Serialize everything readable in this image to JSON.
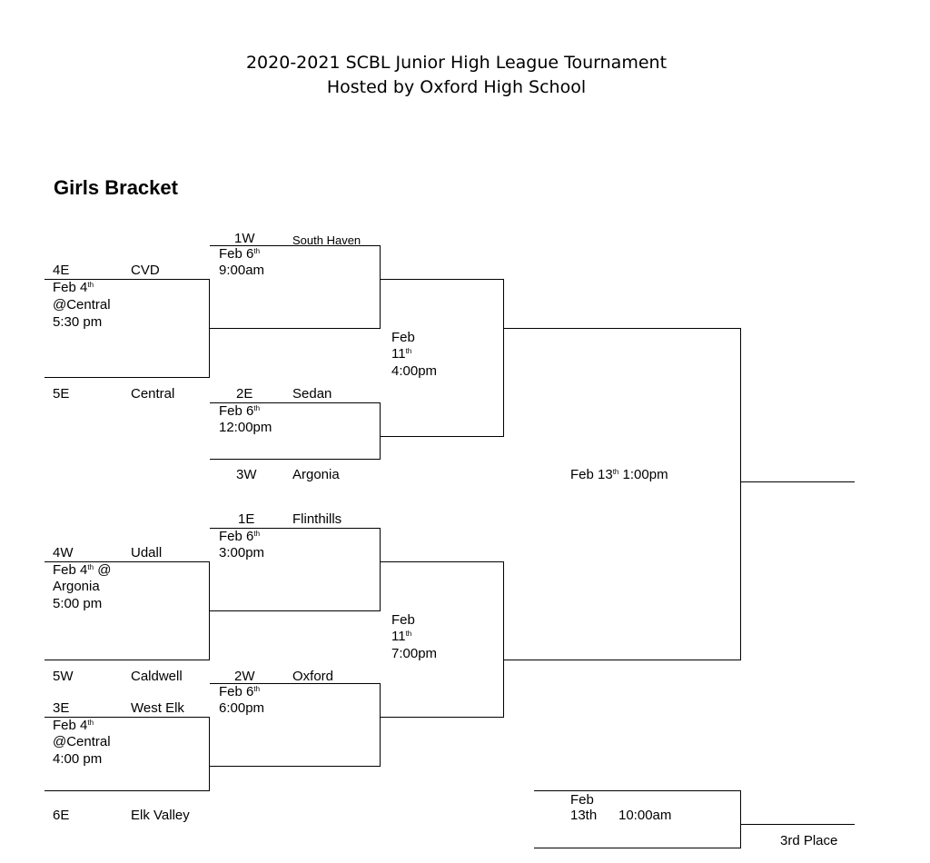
{
  "header": {
    "line1": "2020-2021 SCBL Junior High League Tournament",
    "line2": "Hosted by Oxford High School"
  },
  "bracket_title": "Girls Bracket",
  "seeds": {
    "s1w": "1W",
    "s4e": "4E",
    "s5e": "5E",
    "s2e": "2E",
    "s3w": "3W",
    "s1e": "1E",
    "s4w": "4W",
    "s5w": "5W",
    "s2w": "2W",
    "s3e": "3E",
    "s6e": "6E"
  },
  "teams": {
    "south_haven": "South Haven",
    "cvd": "CVD",
    "central": "Central",
    "sedan": "Sedan",
    "argonia": "Argonia",
    "flinthills": "Flinthills",
    "udall": "Udall",
    "caldwell": "Caldwell",
    "oxford": "Oxford",
    "west_elk": "West Elk",
    "elk_valley": "Elk Valley"
  },
  "games": {
    "g1": {
      "date": "Feb 4",
      "sup": "th",
      "place": "@Central",
      "time": "5:30 pm"
    },
    "g2": {
      "date": "Feb 4",
      "sup": "th",
      "place_suffix": " @",
      "place2": "Argonia",
      "time": "5:00 pm"
    },
    "g3": {
      "date": "Feb 4",
      "sup": "th",
      "place": "@Central",
      "time": "4:00 pm"
    },
    "q1": {
      "date": "Feb 6",
      "sup": "th",
      "time": "9:00am"
    },
    "q2": {
      "date": "Feb 6",
      "sup": "th",
      "time": "12:00pm"
    },
    "q3": {
      "date": "Feb 6",
      "sup": "th",
      "time": "3:00pm"
    },
    "q4": {
      "date": "Feb 6",
      "sup": "th",
      "time": "6:00pm"
    },
    "sf1": {
      "month": "Feb",
      "day": "11",
      "sup": "th",
      "time": "4:00pm"
    },
    "sf2": {
      "month": "Feb",
      "day": "11",
      "sup": "th",
      "time": "7:00pm"
    },
    "final": {
      "date": "Feb 13",
      "sup": "th",
      "time": " 1:00pm"
    },
    "third": {
      "month": "Feb",
      "day": "13th",
      "time": "10:00am",
      "label": "3rd Place"
    }
  }
}
